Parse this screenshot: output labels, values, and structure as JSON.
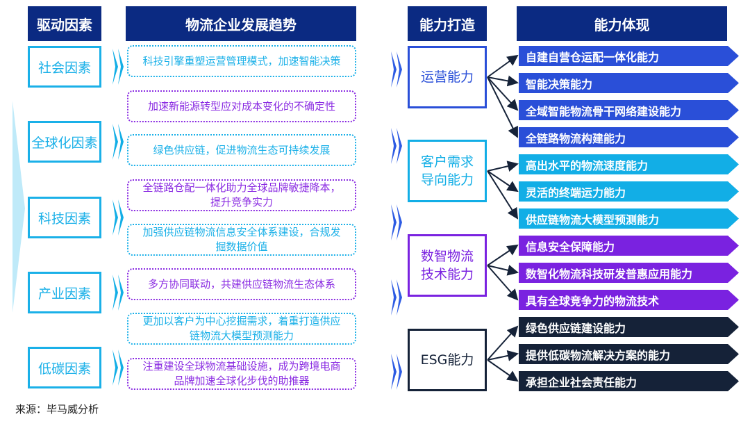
{
  "headers": {
    "drivers": "驱动因素",
    "trends": "物流企业发展趋势",
    "build": "能力打造",
    "manifest": "能力体现"
  },
  "factors": [
    "社会因素",
    "全球化因素",
    "科技因素",
    "产业因素",
    "低碳因素"
  ],
  "trends": [
    {
      "text": "科技引擎重塑运营管理模式，加速智能决策",
      "style": "cyan"
    },
    {
      "text": "加速新能源转型应对成本变化的不确定性",
      "style": "purple"
    },
    {
      "text": "绿色供应链，促进物流生态可持续发展",
      "style": "cyan"
    },
    {
      "text": "全链路仓配一体化助力全球品牌敏捷降本，提升竞争实力",
      "style": "purple"
    },
    {
      "text": "加强供应链物流信息安全体系建设，合规发掘数据价值",
      "style": "cyan"
    },
    {
      "text": "多方协同联动，共建供应链物流生态体系",
      "style": "purple"
    },
    {
      "text": "更加以客户为中心挖掘需求，着重打造供应链物流大模型预测能力",
      "style": "cyan"
    },
    {
      "text": "注重建设全球物流基础设施，成为跨境电商品牌加速全球化步伐的助推器",
      "style": "purple"
    }
  ],
  "capabilities": [
    {
      "name": "运营能力",
      "color": "#2a4fd8",
      "items": [
        "自建自营仓运配一体化能力",
        "智能决策能力",
        "全域智能物流骨干网络建设能力",
        "全链路物流构建能力"
      ]
    },
    {
      "name": "客户需求导向能力",
      "color": "#12aee6",
      "items": [
        "高出水平的物流速度能力",
        "灵活的终端运力能力",
        "供应链物流大模型预测能力"
      ]
    },
    {
      "name": "数智物流技术能力",
      "color": "#7a22e0",
      "items": [
        "信息安全保障能力",
        "数智化物流科技研发普惠应用能力",
        "具有全球竞争力的物流技术"
      ]
    },
    {
      "name": "ESG能力",
      "color": "#152238",
      "items": [
        "绿色供应链建设能力",
        "提供低碳物流解决方案的能力",
        "承担企业社会责任能力"
      ]
    }
  ],
  "source": "来源：毕马威分析"
}
